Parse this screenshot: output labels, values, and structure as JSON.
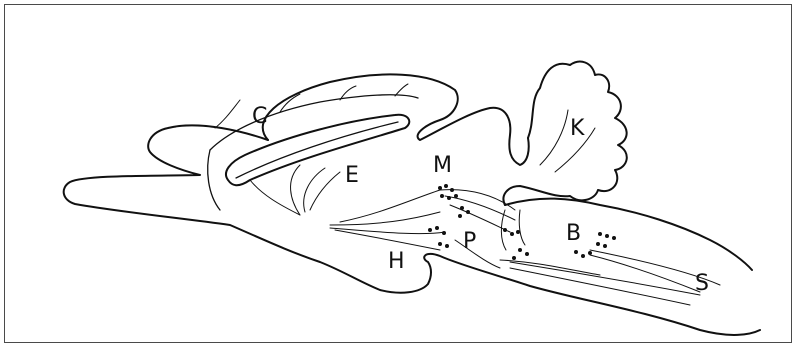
{
  "diagram": {
    "labels": {
      "C": "C",
      "E": "E",
      "M": "M",
      "K": "K",
      "B": "B",
      "P": "P",
      "H": "H",
      "S": "S"
    },
    "colors": {
      "ink": "#111111",
      "paper": "#ffffff",
      "border": "#4a4a4a"
    }
  }
}
